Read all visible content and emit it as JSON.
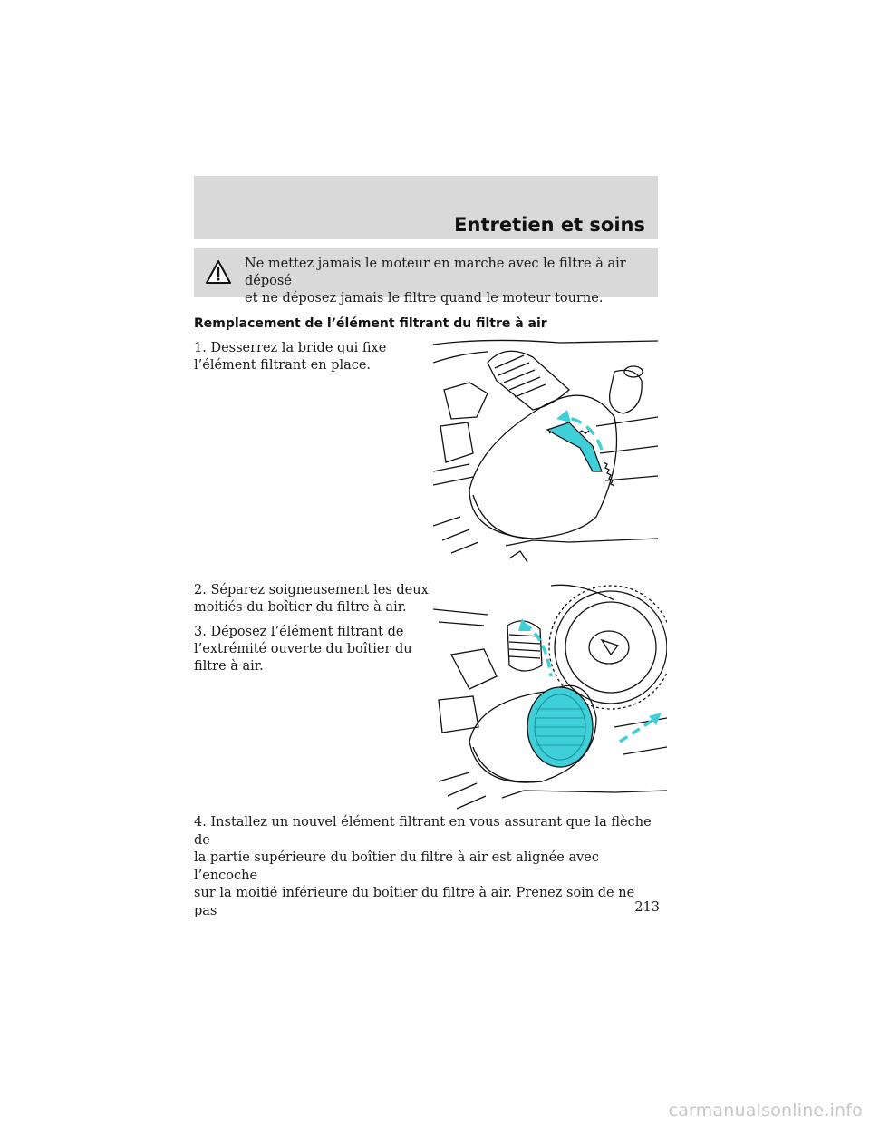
{
  "header": {
    "title": "Entretien et soins"
  },
  "warning": {
    "icon": "warning-triangle-icon",
    "text_line1": "Ne mettez jamais le moteur en marche avec le filtre à air déposé",
    "text_line2": "et ne déposez jamais le filtre quand le moteur tourne."
  },
  "section": {
    "heading": "Remplacement de l’élément filtrant du filtre à air"
  },
  "steps": [
    {
      "line1": "1. Desserrez la bride qui fixe",
      "line2": "l’élément filtrant en place."
    },
    {
      "line1": "2. Séparez soigneusement les deux",
      "line2": "moitiés du boîtier du filtre à air."
    },
    {
      "line1": "3. Déposez l’élément filtrant de",
      "line2": "l’extrémité ouverte du boîtier du",
      "line3": "filtre à air."
    },
    {
      "line1": "4. Installez un nouvel élément filtrant en vous assurant que la flèche de",
      "line2": "la partie supérieure du boîtier du filtre à air est alignée avec l’encoche",
      "line3": "sur la moitié inférieure du boîtier du filtre à air. Prenez soin de ne pas"
    }
  ],
  "figures": [
    {
      "icon": "air-filter-clamp-illustration",
      "accent": "#3ecfd9"
    },
    {
      "icon": "air-filter-housing-open-illustration",
      "accent": "#3ecfd9"
    }
  ],
  "page": {
    "number": "213"
  },
  "watermark": {
    "text": "carmanualsonline.info"
  }
}
